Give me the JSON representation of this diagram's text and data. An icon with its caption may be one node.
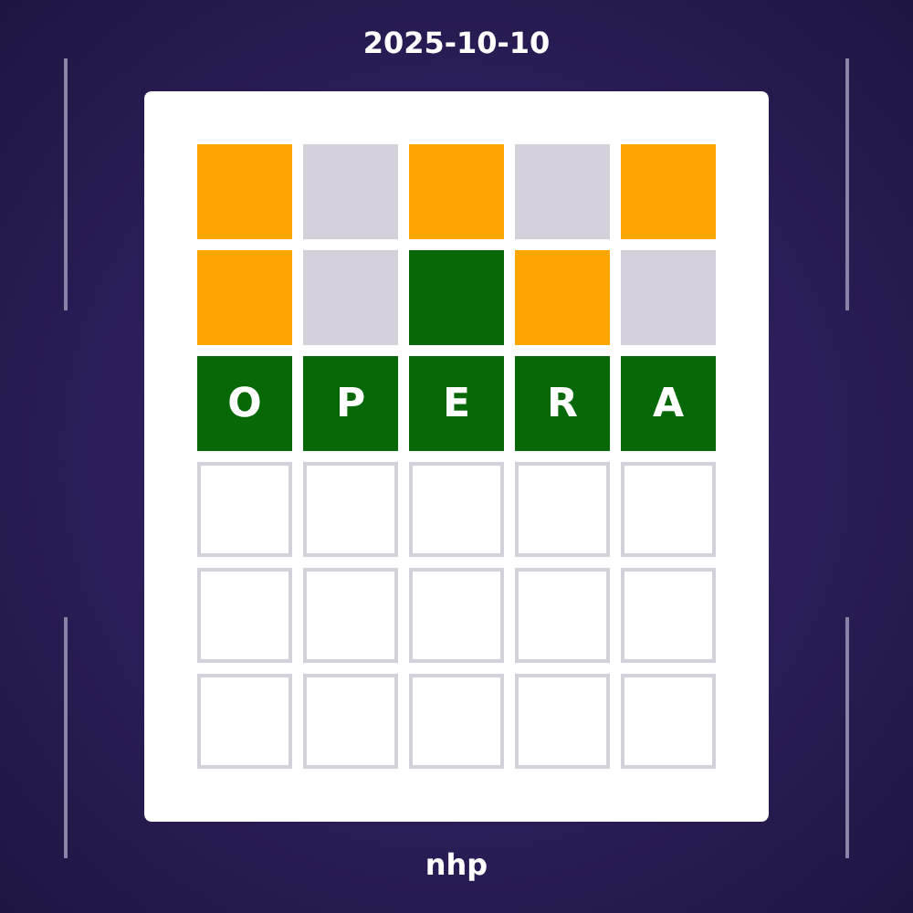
{
  "diagram": {
    "title": "2025-10-10",
    "caption": "nhp",
    "nodes": [
      {
        "text": [],
        "shape": "box"
      },
      {
        "text": [],
        "shape": "box",
        "in": 0
      },
      {
        "text": [],
        "shape": "box",
        "in": 0
      },
      {
        "text": [],
        "shape": "box",
        "in": 0
      },
      {
        "text": [],
        "shape": "box",
        "in": 0
      },
      {
        "text": [],
        "shape": "box",
        "in": 0
      },
      {
        "text": [],
        "shape": "box",
        "in": 0
      },
      {
        "text": [],
        "shape": "box",
        "in": 0
      },
      {
        "text": [],
        "shape": "box",
        "in": 0
      },
      {
        "text": [],
        "shape": "box",
        "in": 0
      },
      {
        "text": [],
        "shape": "box",
        "in": 0
      },
      {
        "text": [
          "O"
        ],
        "in": 0
      },
      {
        "text": [
          "P"
        ],
        "in": 0
      },
      {
        "text": [
          "E"
        ],
        "in": 0
      },
      {
        "text": [
          "R"
        ],
        "in": 0
      },
      {
        "text": [
          "A"
        ],
        "in": 0
      },
      {
        "text": [],
        "shape": "box",
        "in": 0
      },
      {
        "text": [],
        "shape": "box",
        "in": 0
      },
      {
        "text": [],
        "shape": "box",
        "in": 0
      },
      {
        "text": [],
        "shape": "box",
        "in": 0
      },
      {
        "text": [],
        "shape": "box",
        "in": 0
      },
      {
        "text": [],
        "shape": "box",
        "in": 0
      },
      {
        "text": [],
        "shape": "box",
        "in": 0
      },
      {
        "text": [],
        "shape": "box",
        "in": 0
      },
      {
        "text": [],
        "shape": "box",
        "in": 0
      },
      {
        "text": [],
        "shape": "box",
        "in": 0
      },
      {
        "text": [],
        "shape": "box",
        "in": 0
      },
      {
        "text": [],
        "shape": "box",
        "in": 0
      },
      {
        "text": [],
        "shape": "box",
        "in": 0
      },
      {
        "text": [],
        "shape": "box",
        "in": 0
      },
      {
        "text": [],
        "shape": "box",
        "in": 0
      }
    ]
  }
}
